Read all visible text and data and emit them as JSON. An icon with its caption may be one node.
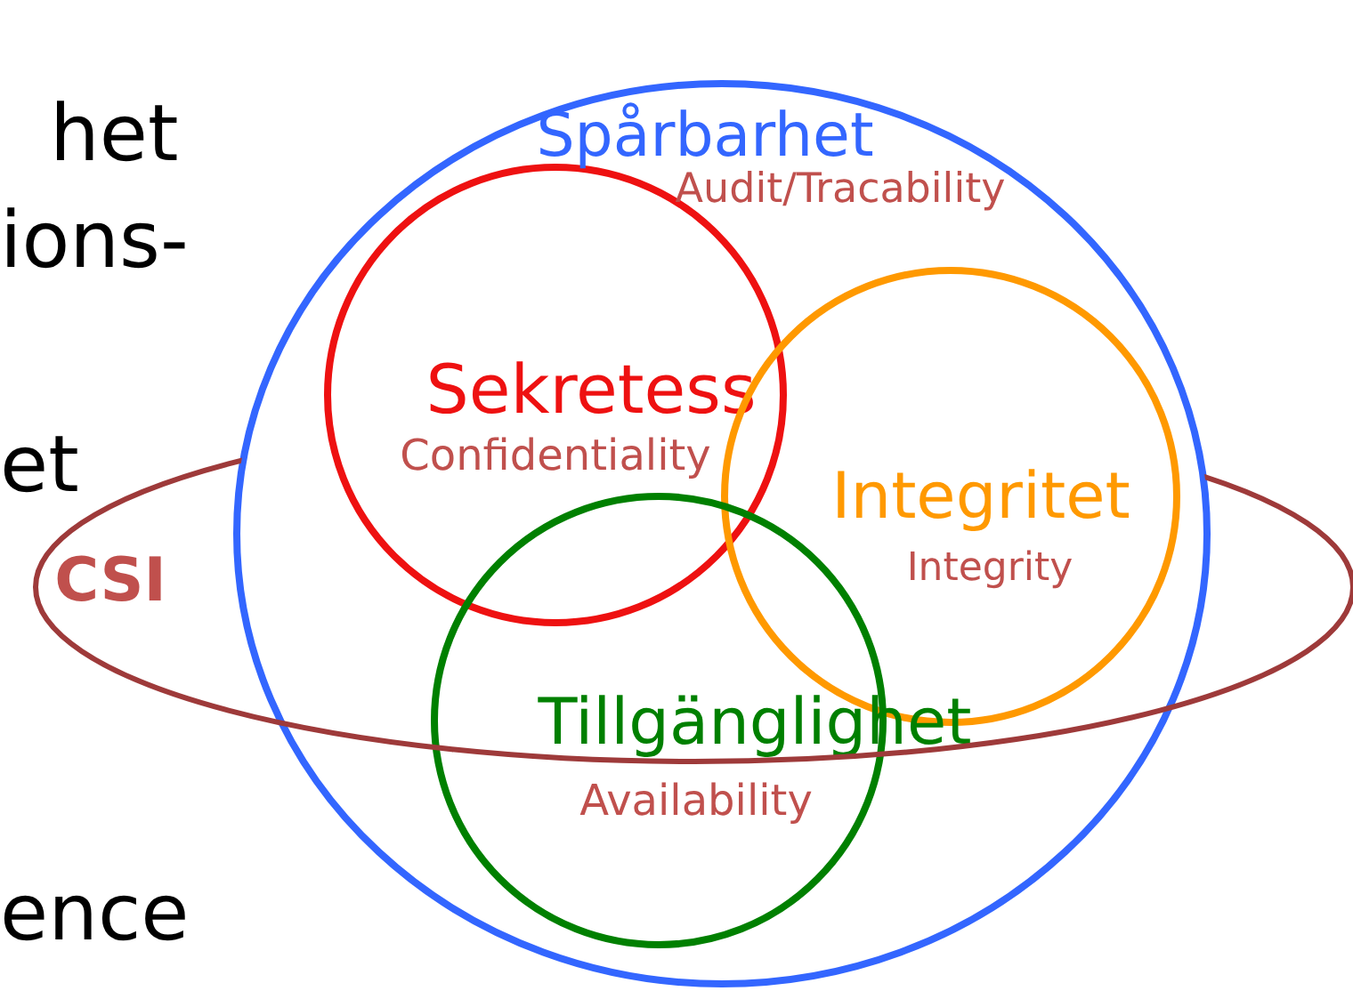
{
  "diagram": {
    "nodes": [
      {
        "text": [
          "Spårbarhet",
          "Audit/Tracability"
        ]
      },
      {
        "text": [
          "CSI"
        ]
      },
      {
        "text": [
          "Sekretess",
          "Confidentiality"
        ],
        "in": 0
      },
      {
        "text": [
          "Integritet",
          "Integrity"
        ],
        "in": 0
      },
      {
        "text": [
          "Tillgänglighet",
          "Availability"
        ],
        "in": 0
      }
    ],
    "edges": [],
    "labels": [
      "het",
      "ions-",
      "et",
      "ence"
    ]
  }
}
